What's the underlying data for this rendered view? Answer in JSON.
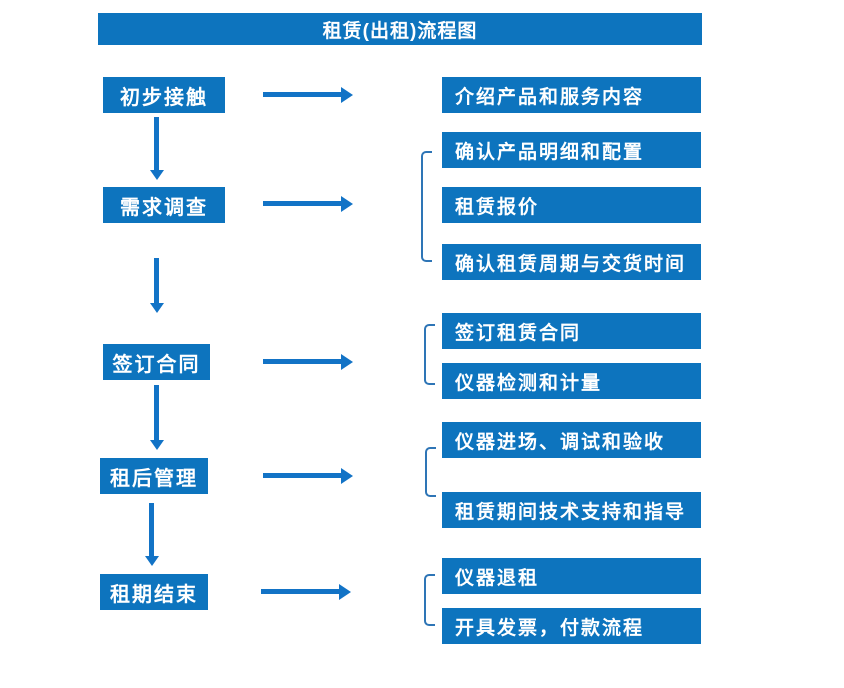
{
  "title": "租赁(出租)流程图",
  "colors": {
    "box_fill": "#0d74be",
    "arrow": "#1273c6",
    "bracket": "#2e75b6",
    "text": "#ffffff",
    "background": "#ffffff"
  },
  "left_steps": [
    "初步接触",
    "需求调查",
    "签订合同",
    "租后管理",
    "租期结束"
  ],
  "right_boxes": [
    "介绍产品和服务内容",
    "确认产品明细和配置",
    "租赁报价",
    "确认租赁周期与交货时间",
    "签订租赁合同",
    "仪器检测和计量",
    "仪器进场、调试和验收",
    "租赁期间技术支持和指导",
    "仪器退租",
    "开具发票，付款流程"
  ],
  "groups": [
    {
      "step_index": 0,
      "item_indexes": [
        0
      ]
    },
    {
      "step_index": 1,
      "item_indexes": [
        1,
        2,
        3
      ]
    },
    {
      "step_index": 2,
      "item_indexes": [
        4,
        5
      ]
    },
    {
      "step_index": 3,
      "item_indexes": [
        6,
        7
      ]
    },
    {
      "step_index": 4,
      "item_indexes": [
        8,
        9
      ]
    }
  ]
}
